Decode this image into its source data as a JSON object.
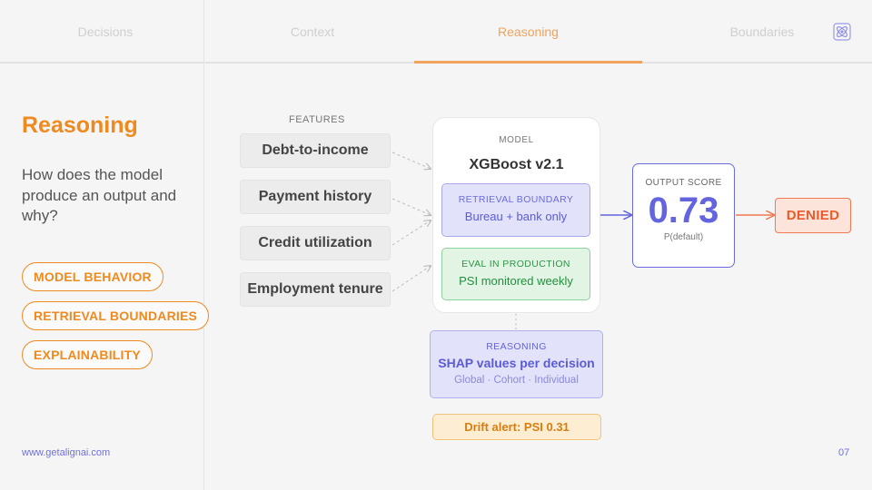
{
  "nav": {
    "tabs": [
      {
        "label": "Decisions",
        "active": false
      },
      {
        "label": "Context",
        "active": false
      },
      {
        "label": "Reasoning",
        "active": true
      },
      {
        "label": "Boundaries",
        "active": false
      }
    ],
    "icon": "atom-icon"
  },
  "sidebar": {
    "title": "Reasoning",
    "question": "How does the model produce an output and why?",
    "pills": [
      {
        "label": "MODEL BEHAVIOR"
      },
      {
        "label": "RETRIEVAL BOUNDARIES"
      },
      {
        "label": "EXPLAINABILITY"
      }
    ]
  },
  "diagram": {
    "features_label": "FEATURES",
    "features": [
      {
        "label": "Debt-to-income"
      },
      {
        "label": "Payment history"
      },
      {
        "label": "Credit utilization"
      },
      {
        "label": "Employment tenure"
      }
    ],
    "model": {
      "label": "MODEL",
      "name": "XGBoost v2.1",
      "retrieval": {
        "title": "RETRIEVAL BOUNDARY",
        "value": "Bureau + bank only"
      },
      "eval": {
        "title": "EVAL IN PRODUCTION",
        "value": "PSI monitored weekly"
      }
    },
    "output": {
      "label": "OUTPUT SCORE",
      "value": "0.73",
      "sub": "P(default)"
    },
    "decision": "DENIED",
    "reasoning": {
      "title": "REASONING",
      "value": "SHAP values per decision",
      "sub": "Global · Cohort · Individual"
    },
    "alert": "Drift alert: PSI 0.31"
  },
  "footer": {
    "url": "www.getalignai.com",
    "page": "07"
  },
  "colors": {
    "accent_orange": "#ef8a1f",
    "accent_purple": "#6464de",
    "eval_green": "#22903f",
    "denied_red": "#ea5a2b"
  }
}
